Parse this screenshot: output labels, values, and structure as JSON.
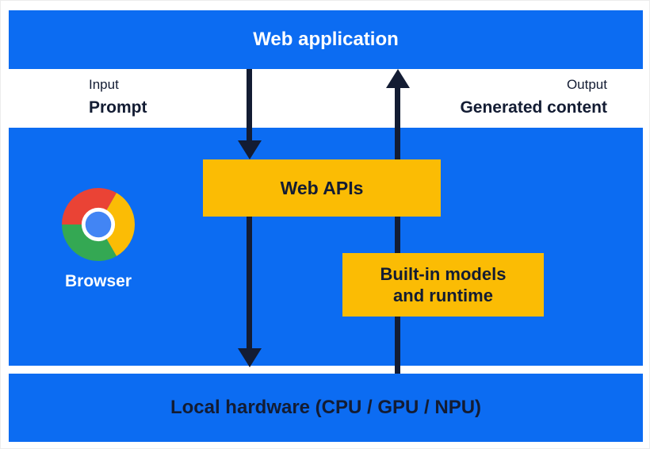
{
  "colors": {
    "blue": "#0c6cf2",
    "yellow": "#fbbc04",
    "dark": "#131c33",
    "chrome_red": "#ea4335",
    "chrome_yellow": "#fbbc05",
    "chrome_green": "#34a853",
    "chrome_blue": "#4285f4",
    "chrome_ring": "#ffffff"
  },
  "diagram": {
    "top_bar": {
      "label": "Web application"
    },
    "flow_labels": {
      "input_title": "Input",
      "input_value": "Prompt",
      "output_title": "Output",
      "output_value": "Generated content"
    },
    "browser_box": {
      "label": "Browser",
      "logo_icon": "chrome-logo"
    },
    "web_apis_box": {
      "label": "Web APIs"
    },
    "builtin_box": {
      "label": "Built-in models and runtime",
      "lines": [
        "Built-in models",
        "and runtime"
      ]
    },
    "bottom_bar": {
      "label": "Local hardware (CPU / GPU / NPU)"
    }
  }
}
